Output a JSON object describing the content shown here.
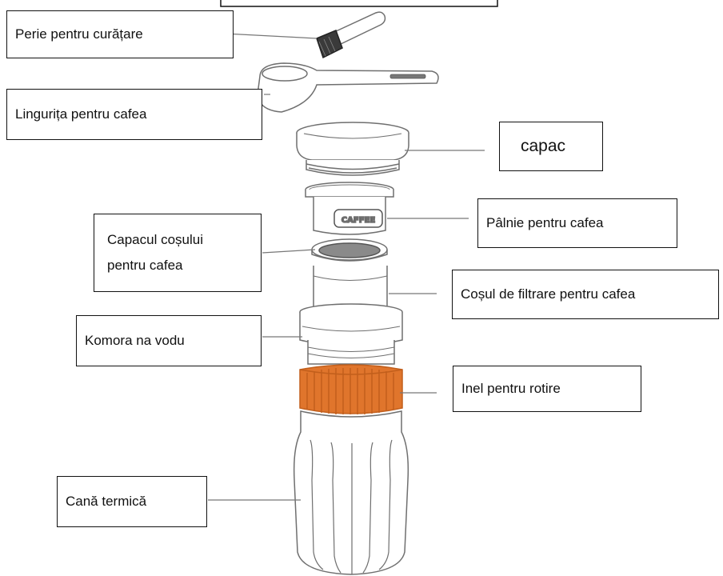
{
  "labels": {
    "brush": "Perie pentru curățare",
    "spoon": "Lingurița pentru cafea",
    "lid": "capac",
    "funnel": "Pâlnie pentru cafea",
    "basket_lid": "Capacul coșului pentru cafea",
    "filter_basket": "Coșul de filtrare pentru cafea",
    "water_chamber": "Komora na vodu",
    "rotation_ring": "Inel pentru rotire",
    "thermal_cup": "Cană termică"
  },
  "colors": {
    "outline": "#6f6f6f",
    "ring_orange": "#e0752c",
    "ring_orange_dark": "#c25f1c",
    "box_border": "#111111"
  }
}
